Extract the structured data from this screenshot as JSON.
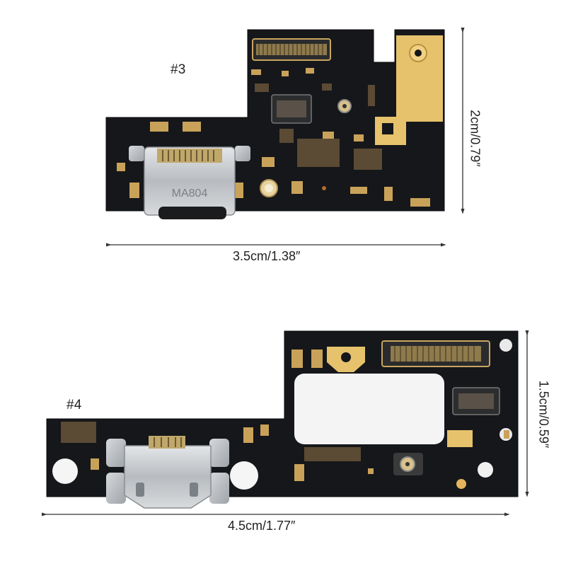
{
  "boards": [
    {
      "id_label": "#3",
      "width_label": "3.5cm/1.38″",
      "height_label": "2cm/0.79″",
      "usb_marking": "MA804"
    },
    {
      "id_label": "#4",
      "width_label": "4.5cm/1.77″",
      "height_label": "1.5cm/0.59″"
    }
  ],
  "colors": {
    "pcb": "#16181a",
    "gold": "#e8c06a",
    "metal": "#c9ccd0",
    "dimension_line": "#333333"
  }
}
